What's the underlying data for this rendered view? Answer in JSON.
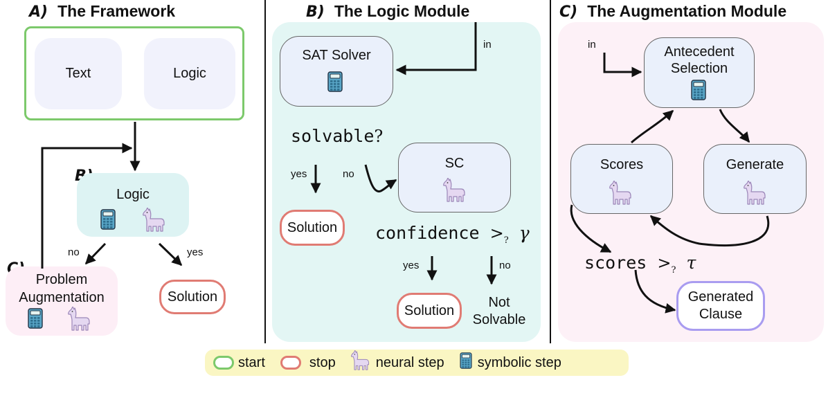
{
  "panel_a": {
    "letter": "A)",
    "title": "The Framework",
    "text_box": "Text",
    "logic_box": "Logic",
    "b_tag": "B)",
    "logic_node": "Logic",
    "no_label": "no",
    "yes_label": "yes",
    "c_tag": "C)",
    "augmentation_line1": "Problem",
    "augmentation_line2": "Augmentation",
    "solution": "Solution"
  },
  "panel_b": {
    "letter": "B)",
    "title": "The Logic Module",
    "in_label": "in",
    "sat_solver": "SAT Solver",
    "solvable_text": "solvable",
    "solvable_op": "?",
    "yes_label": "yes",
    "no_label": "no",
    "sc": "SC",
    "solution_left": "Solution",
    "confidence_text": "confidence",
    "confidence_op": ">",
    "confidence_q": "?",
    "confidence_sym": "γ",
    "yes_label_2": "yes",
    "no_label_2": "no",
    "solution_right": "Solution",
    "not_solvable_line1": "Not",
    "not_solvable_line2": "Solvable"
  },
  "panel_c": {
    "letter": "C)",
    "title": "The Augmentation Module",
    "in_label": "in",
    "antecedent_line1": "Antecedent",
    "antecedent_line2": "Selection",
    "scores": "Scores",
    "generate": "Generate",
    "scores_text": "scores",
    "scores_op": ">",
    "scores_q": "?",
    "scores_sym": "τ",
    "generated_line1": "Generated",
    "generated_line2": "Clause"
  },
  "legend": {
    "start": "start",
    "stop": "stop",
    "neural": "neural step",
    "symbolic": "symbolic step"
  },
  "colors": {
    "start": "#7cc96b",
    "stop": "#e07b73",
    "generated": "#a99cf0",
    "logic_bg": "#e3f6f4",
    "augment_bg": "#fdf1f7",
    "node_bg": "#eaf0fb",
    "legend_bg": "#faf6c3"
  },
  "icons": [
    "calculator-icon",
    "llama-icon"
  ]
}
